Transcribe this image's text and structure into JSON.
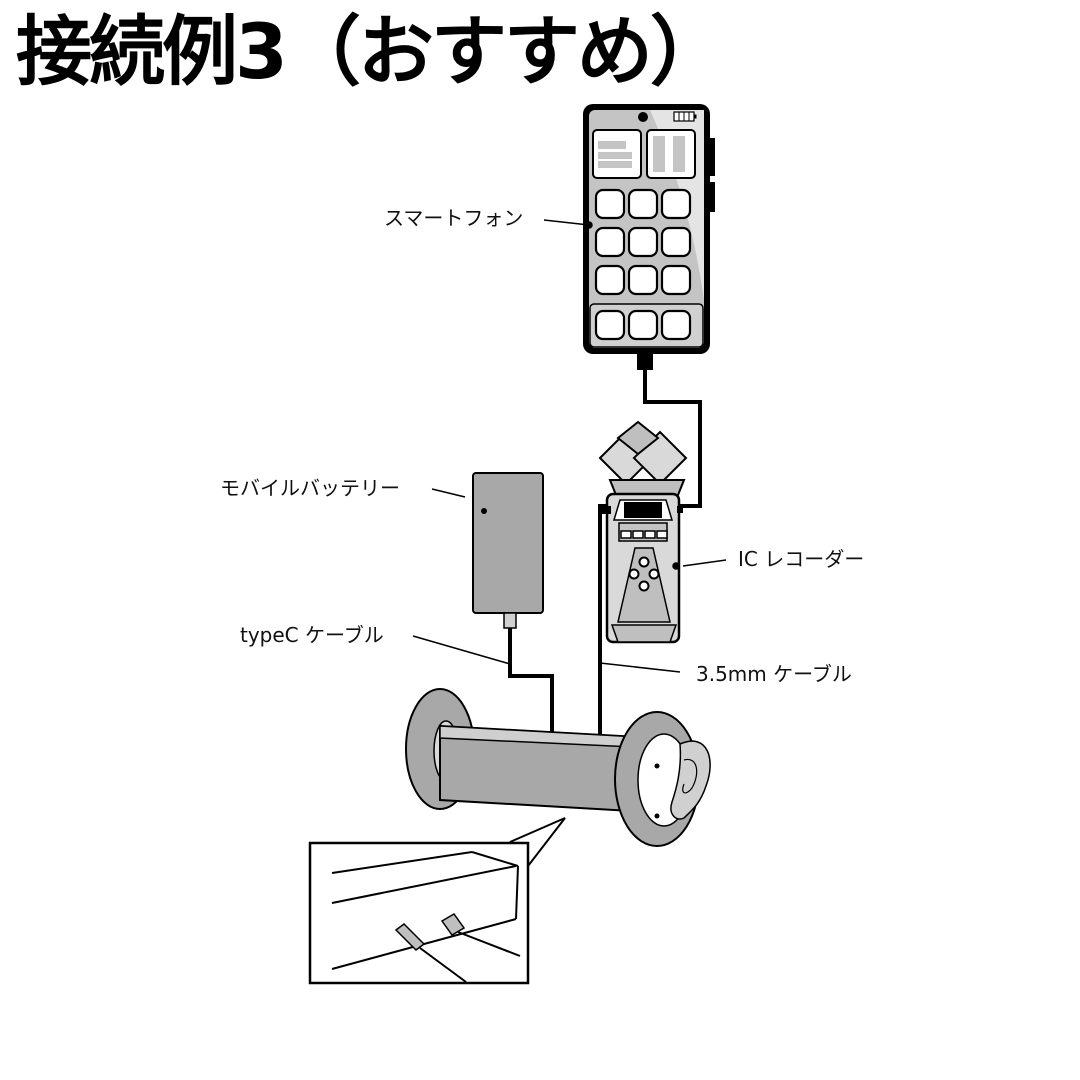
{
  "title": "接続例3（おすすめ）",
  "labels": {
    "smartphone": "スマートフォン",
    "mobile_battery": "モバイルバッテリー",
    "ic_recorder": "IC レコーダー",
    "typec_cable": "typeC ケーブル",
    "audio_cable": "3.5mm ケーブル"
  },
  "colors": {
    "outline": "#000000",
    "device_gray": "#a8a8a8",
    "light_gray": "#d9d9d9",
    "screen_gray": "#c4c4c4"
  }
}
